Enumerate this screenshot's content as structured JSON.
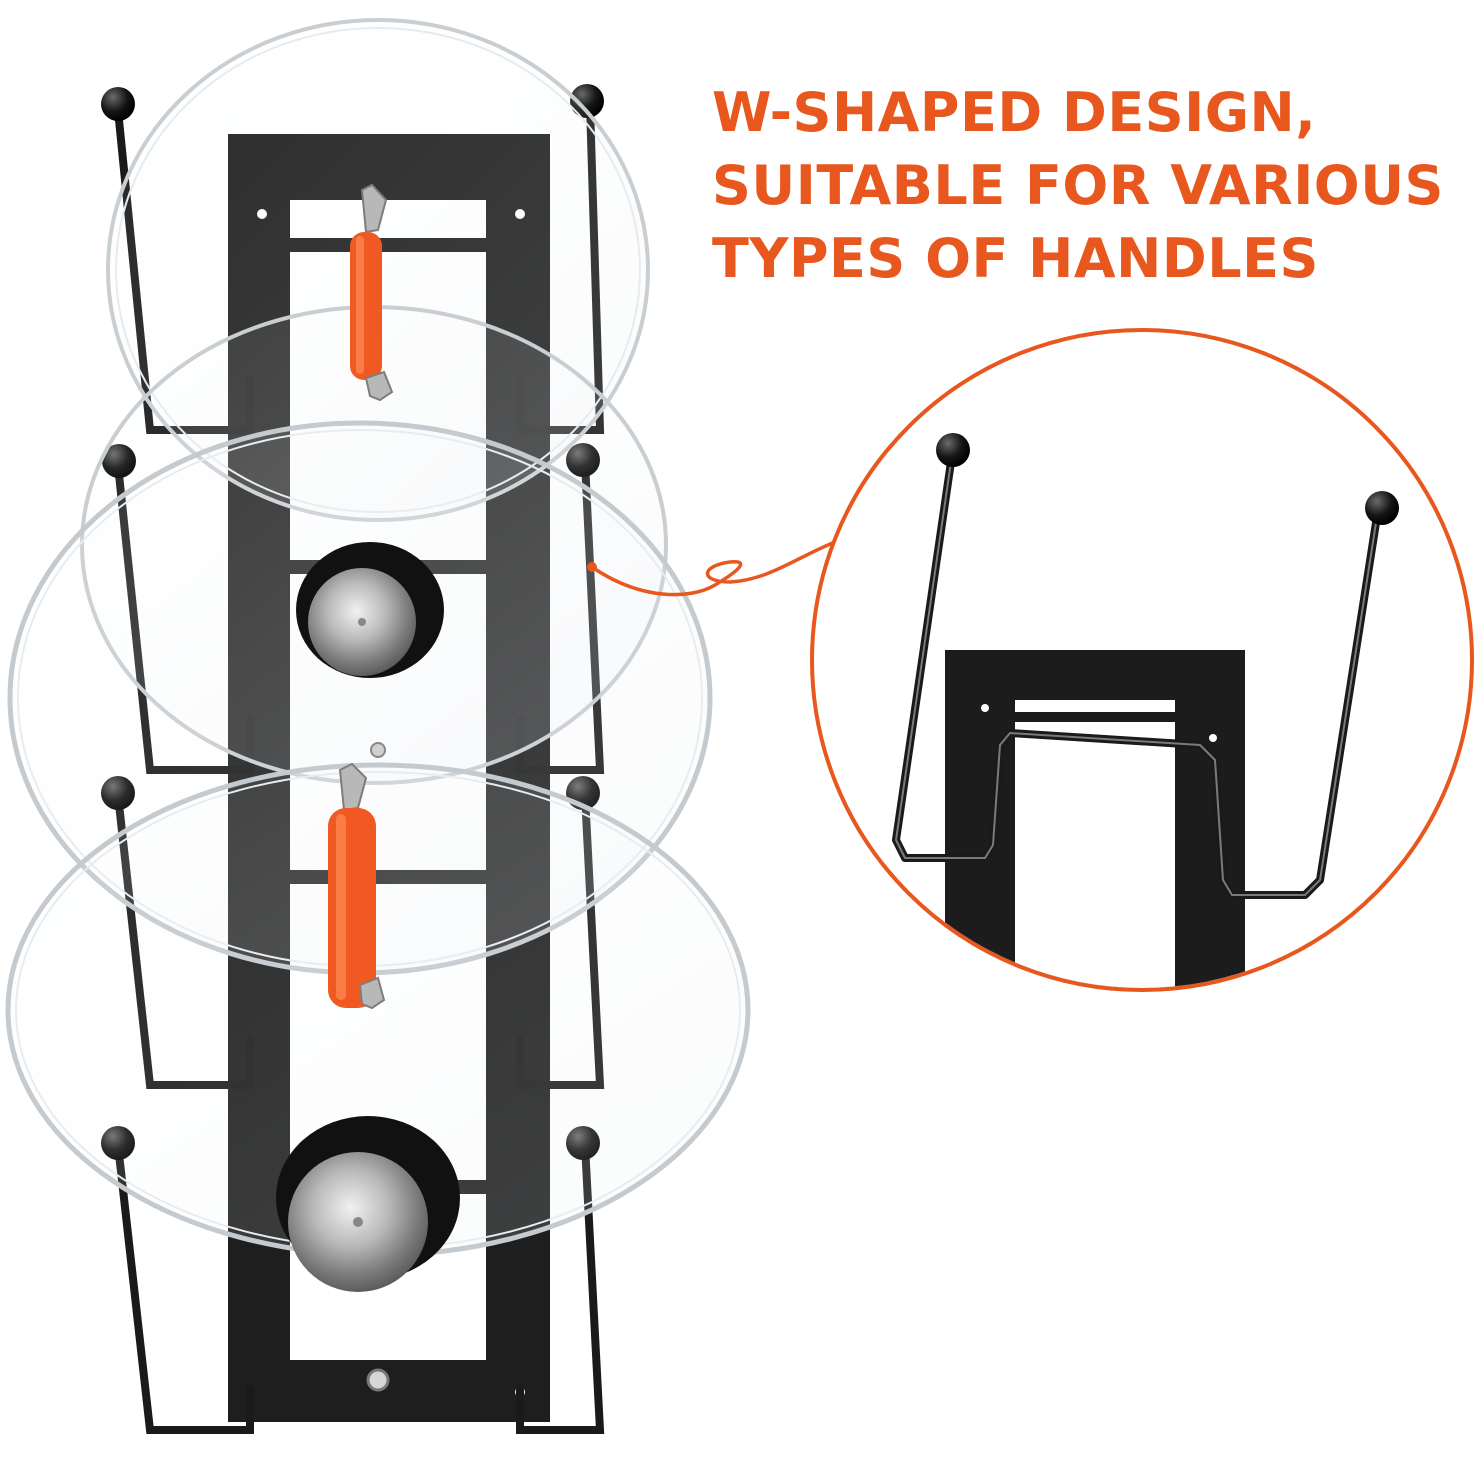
{
  "headline": {
    "lines": [
      "W-SHAPED DESIGN,",
      "SUITABLE FOR VARIOUS",
      "TYPES OF HANDLES"
    ]
  },
  "colors": {
    "accent": "#E8571E",
    "rack": "#1A1A1A",
    "handle": "#F05A22",
    "background": "#FFFFFF"
  },
  "image": {
    "subject": "pot-lid-rack",
    "lid_count": 4,
    "lid_handle_types": [
      "bar-handle",
      "knob-handle",
      "bar-handle",
      "knob-handle"
    ]
  }
}
